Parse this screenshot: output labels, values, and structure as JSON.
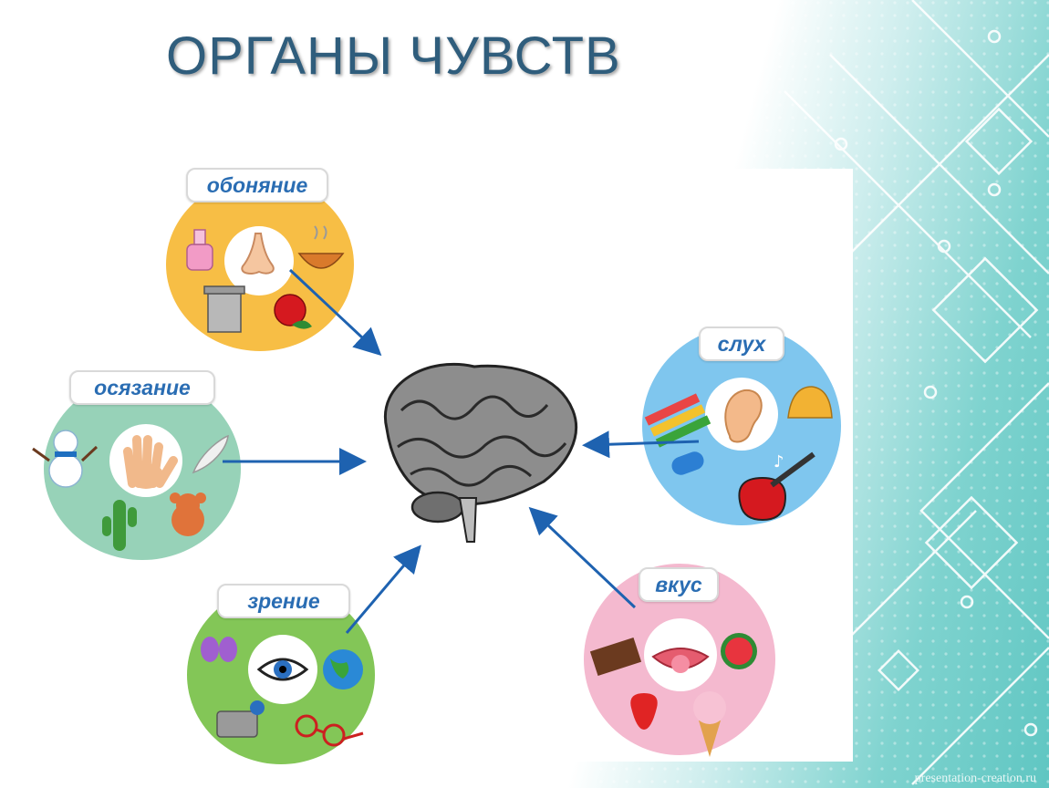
{
  "title": "ОРГАНЫ ЧУВСТВ",
  "senses": {
    "smell": {
      "label": "обоняние",
      "color": "#f7be45"
    },
    "touch": {
      "label": "осязание",
      "color": "#97d2b8"
    },
    "sight": {
      "label": "зрение",
      "color": "#83c657"
    },
    "hearing": {
      "label": "слух",
      "color": "#7fc6ee"
    },
    "taste": {
      "label": "вкус",
      "color": "#f4b9cf"
    }
  },
  "arrow_color": "#1e62b0",
  "watermark": "presentation-creation.ru"
}
